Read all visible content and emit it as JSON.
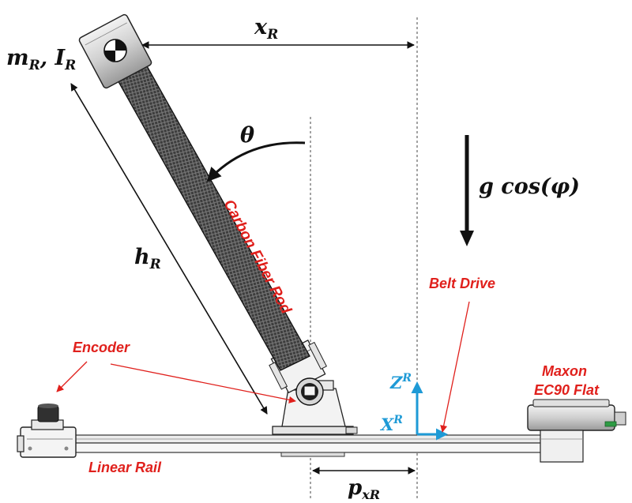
{
  "symbols": {
    "mass_inertia": "m",
    "mass_sub": "R",
    "inertia_sym": "I",
    "inertia_sub": "R",
    "x_offset": "x",
    "x_offset_sub": "R",
    "angle": "θ",
    "height": "h",
    "height_sub": "R",
    "gravity": "g cos(φ)",
    "z_axis": "Z",
    "z_axis_sup": "R",
    "x_axis": "X",
    "x_axis_sup": "R",
    "position": "p",
    "position_sub": "xR"
  },
  "labels": {
    "rod": "Carbon Fiber Rod",
    "encoder": "Encoder",
    "belt_drive": "Belt Drive",
    "motor_line1": "Maxon",
    "motor_line2": "EC90 Flat",
    "rail": "Linear Rail"
  },
  "colors": {
    "annotation_red": "#e0201c",
    "axis_blue": "#1e9ad6",
    "ink": "#111111"
  }
}
